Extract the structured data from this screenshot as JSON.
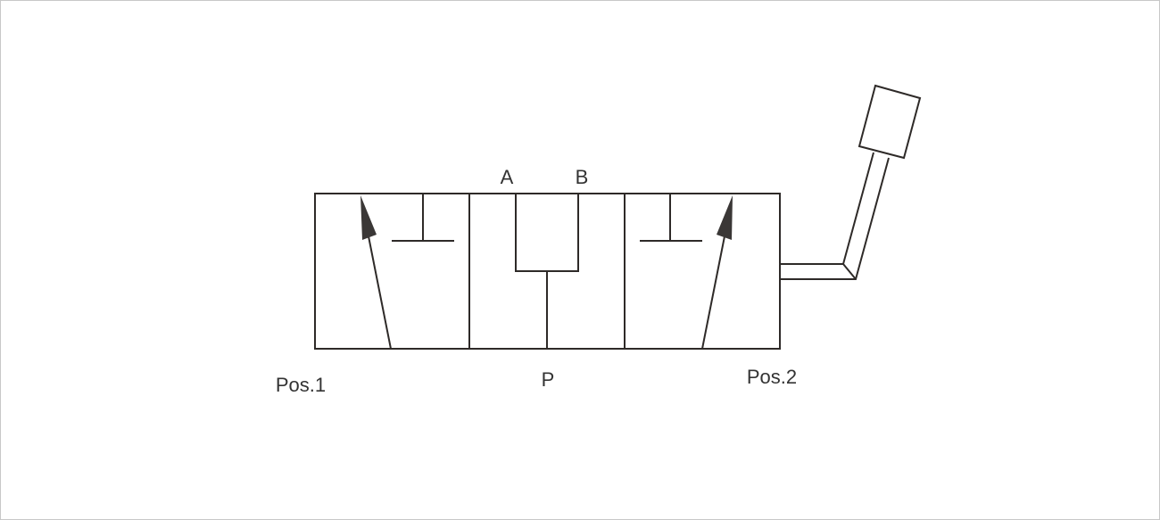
{
  "diagram": {
    "title": "4-way 3-position manual directional valve symbol",
    "ports": {
      "a": "A",
      "b": "B",
      "p": "P"
    },
    "positions": {
      "left": "Pos.1",
      "right": "Pos.2"
    },
    "colors": {
      "line": "#2e2a28",
      "arrow_fill": "#3a3736",
      "border": "#c8c8c8"
    }
  }
}
